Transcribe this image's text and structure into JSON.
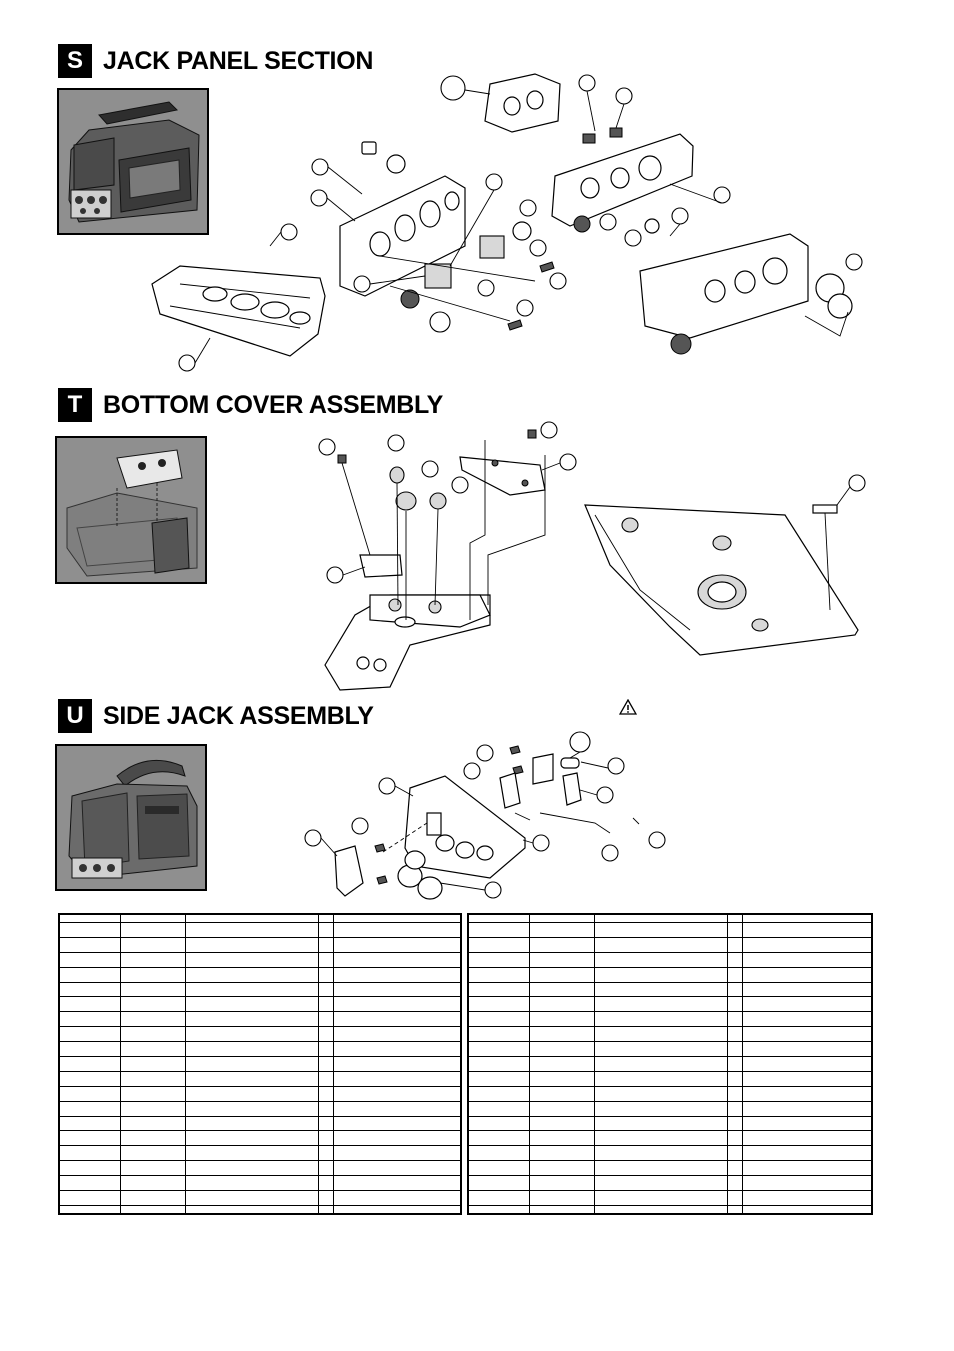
{
  "sections": [
    {
      "badge": "S",
      "title": "JACK PANEL SECTION"
    },
    {
      "badge": "T",
      "title": "BOTTOM COVER ASSEMBLY"
    },
    {
      "badge": "U",
      "title": "SIDE JACK ASSEMBLY"
    }
  ],
  "icons": {
    "warning": "warning-triangle-icon",
    "bolt": "screw-icon",
    "callout": "callout-circle-icon"
  },
  "colors": {
    "photo_bg": "#8f8f8f",
    "badge_bg": "#000000",
    "badge_text": "#ffffff"
  },
  "parts_tables": {
    "rows": 21,
    "columns": 5
  }
}
